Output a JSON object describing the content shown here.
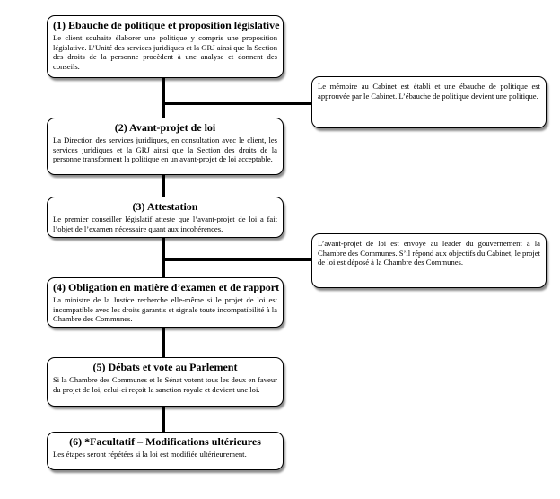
{
  "steps": [
    {
      "title": "(1) Ebauche de politique et proposition législative",
      "text": "Le client souhaite élaborer une politique y compris une proposition législative. L’Unité des services juridiques et la GRJ ainsi que la Section des droits de la personne procèdent à une analyse et donnent des conseils."
    },
    {
      "title": "(2) Avant-projet de loi",
      "text": "La Direction des services juridiques, en consultation avec le client, les services juridiques et la GRJ ainsi que la Section des droits de la personne transforment la politique en un avant-projet de loi acceptable."
    },
    {
      "title": "(3) Attestation",
      "text": "Le premier conseiller législatif atteste que l’avant-projet de loi a fait l’objet de l’examen nécessaire quant aux incohérences."
    },
    {
      "title": "(4) Obligation en matière d’examen et de rapport",
      "text": "La ministre de la Justice recherche elle-même si le projet de loi est incompatible avec les droits garantis et signale toute incompatibilité à la Chambre des Communes."
    },
    {
      "title": "(5) Débats et vote au Parlement",
      "text": "Si la Chambre des Communes et le Sénat votent tous les deux en faveur du projet de loi, celui-ci reçoit la sanction royale et devient une loi."
    },
    {
      "title": "(6) *Facultatif – Modifications ultérieures",
      "text": "Les étapes seront répétées si la loi est modifiée ultérieurement."
    }
  ],
  "side_notes": [
    {
      "text": "Le mémoire au Cabinet est établi et une ébauche de politique est approuvée par le Cabinet. L’ébauche de politique devient une politique."
    },
    {
      "text": "L’avant-projet de loi est envoyé au leader du gouvernement à la Chambre des Communes. S’il répond aux objectifs du Cabinet, le projet de loi est déposé à la Chambre des Communes."
    }
  ]
}
